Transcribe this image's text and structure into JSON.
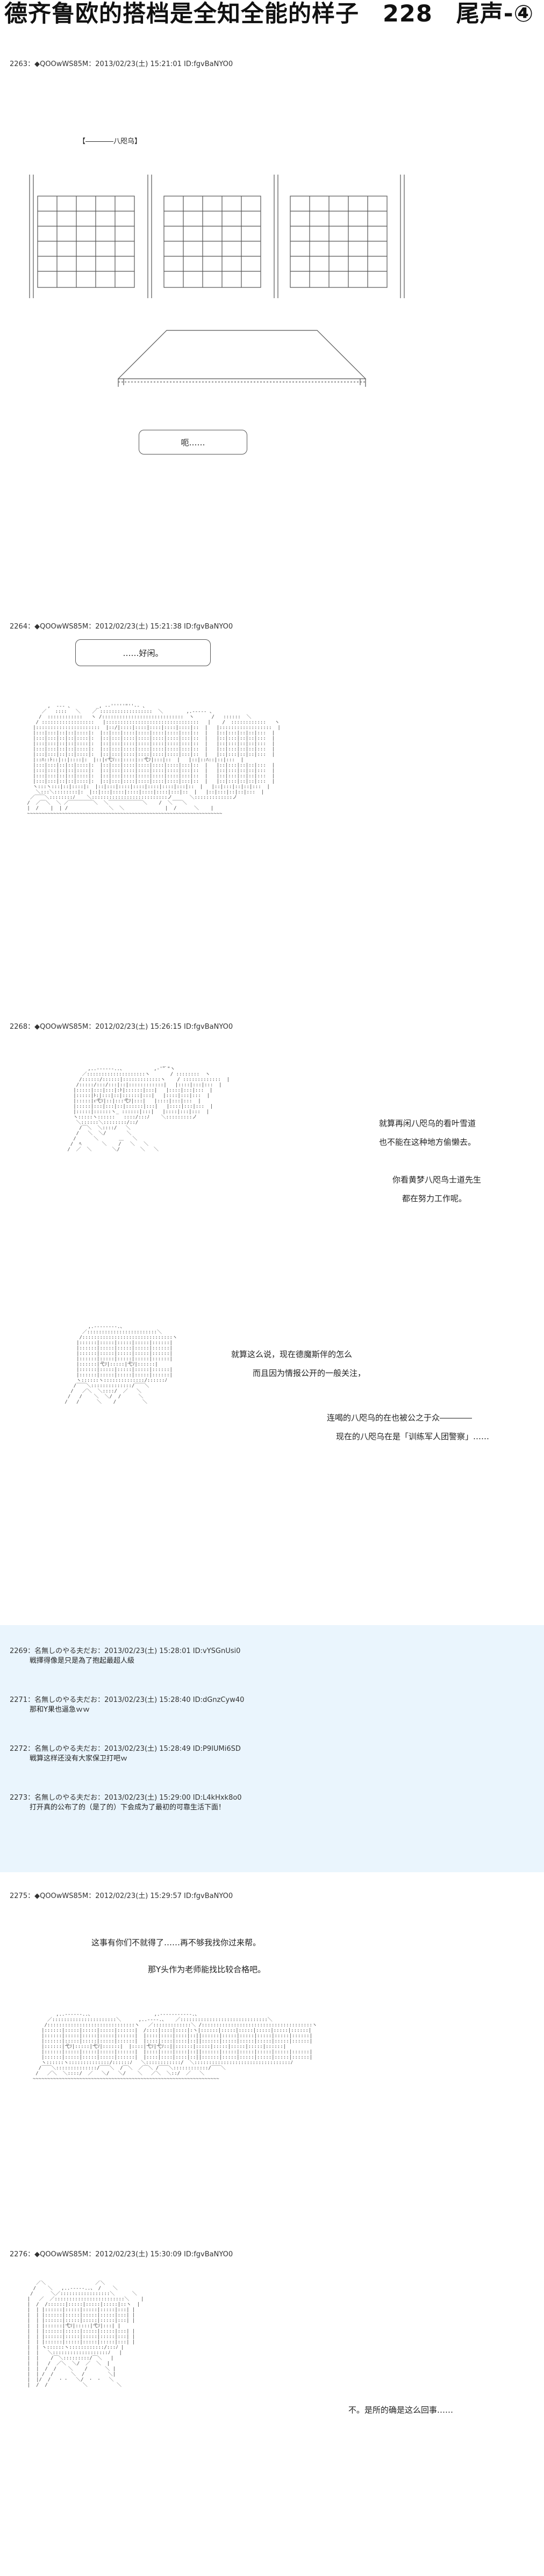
{
  "title": "德齐鲁欧的搭档是全知全能的样子　228　尾声-④",
  "posts": [
    {
      "header": "2263：◆QOOwWS85M：2013/02/23(土) 15:21:01 ID:fgvBaNYO0"
    },
    {
      "header": "2264：◆QOOwWS85M：2012/02/23(土) 15:21:38 ID:fgvBaNYO0"
    },
    {
      "header": "2268：◆QOOwWS85M：2012/02/23(土) 15:26:15 ID:fgvBaNYO0"
    },
    {
      "header": "2269：名無しのやる夫だお：2013/02/23(土) 15:28:01 ID:vYSGnUsi0",
      "body": "戦擇得像是只是為了抱起最超人級"
    },
    {
      "header": "2271：名無しのやる夫だお：2013/02/23(土) 15:28:40 ID:dGnzCyw40",
      "body": "那和Y果也逼急ｗｗ"
    },
    {
      "header": "2272：名無しのやる夫だお：2013/02/23(土) 15:28:49 ID:P9IUMi6SD",
      "body": "戦算这样还没有大家保卫打吧ｗ"
    },
    {
      "header": "2273：名無しのやる夫だお：2013/02/23(土) 15:29:00 ID:L4kHxk8o0",
      "body": "打开真的公布了的（是了的）下会成为了最初的可靠生活下面！"
    },
    {
      "header": "2275：◆QOOwWS85M：2012/02/23(土) 15:29:57 ID:fgvBaNYO0"
    },
    {
      "header": "2276：◆QOOwWS85M：2012/02/23(土) 15:30:09 ID:fgvBaNYO0"
    }
  ],
  "p1": {
    "caption": "【――――八咫乌】",
    "bubble": "呃……"
  },
  "p2": {
    "bubble": "……好闲。"
  },
  "p3": {
    "lines": [
      "就算再闲八咫乌的看叶雪道",
      "也不能在这种地方偷懒去。",
      "你看黄梦八咫鸟士道先生",
      "都在努力工作呢。"
    ]
  },
  "p4": {
    "lines": [
      "就算这么说，现在德魔斯伴的怎么",
      "而且因为情报公开的一般关注，",
      "连喝的八咫乌的在也被公之于众――――",
      "现在的八咫乌在是「训练军人团警察」……"
    ]
  },
  "p5": {
    "line1": "这事有你们不就得了……再不够我找你过来帮。",
    "line2": "那Y头作为老师能找比较合格吧。"
  },
  "p6": {
    "line": "不。是所的确是这么回事……"
  }
}
